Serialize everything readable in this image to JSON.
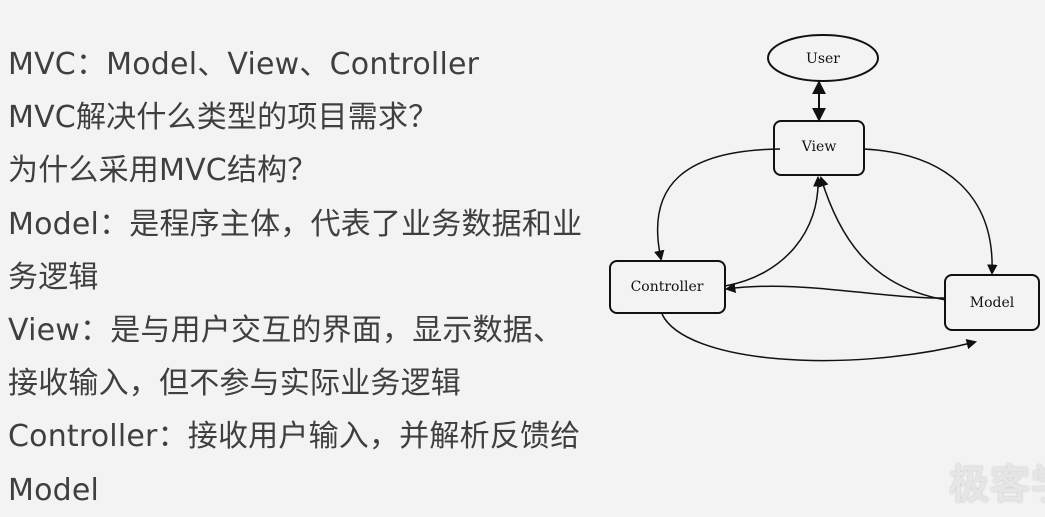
{
  "text_lines": [
    "MVC：Model、View、Controller",
    "MVC解决什么类型的项目需求？",
    "为什么采用MVC结构？",
    "Model：是程序主体，代表了业务数据和业",
    "务逻辑",
    "View：是与用户交互的界面，显示数据、",
    "接收输入，但不参与实际业务逻辑",
    "Controller：接收用户输入，并解析反馈给",
    "Model"
  ],
  "diagram": {
    "nodes": {
      "user": "User",
      "view": "View",
      "controller": "Controller",
      "model": "Model"
    }
  },
  "watermark": {
    "text": "极客学"
  }
}
